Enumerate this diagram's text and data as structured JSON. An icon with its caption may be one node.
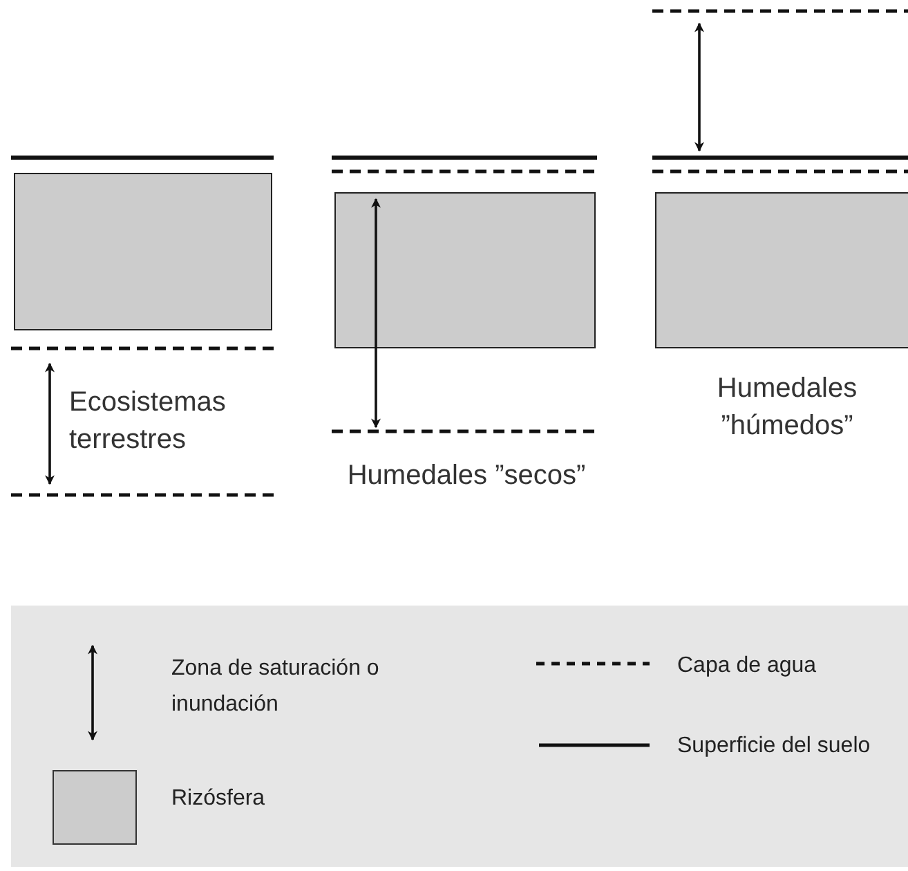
{
  "diagram": {
    "nodes": [
      {
        "text": [],
        "shape": "box"
      },
      {
        "text": [],
        "shape": "box"
      },
      {
        "text": [],
        "shape": "box"
      }
    ],
    "labels": [
      "Ecosistemas terrestres",
      "Humedales ”secos”",
      "Humedales ”húmedos”"
    ],
    "legend": [
      {
        "text": "Zona de saturación o inundación"
      },
      {
        "text": "Rizósfera",
        "color": "#cccccc"
      },
      {
        "text": "Capa de agua"
      },
      {
        "text": "Superficie del suelo"
      }
    ]
  }
}
